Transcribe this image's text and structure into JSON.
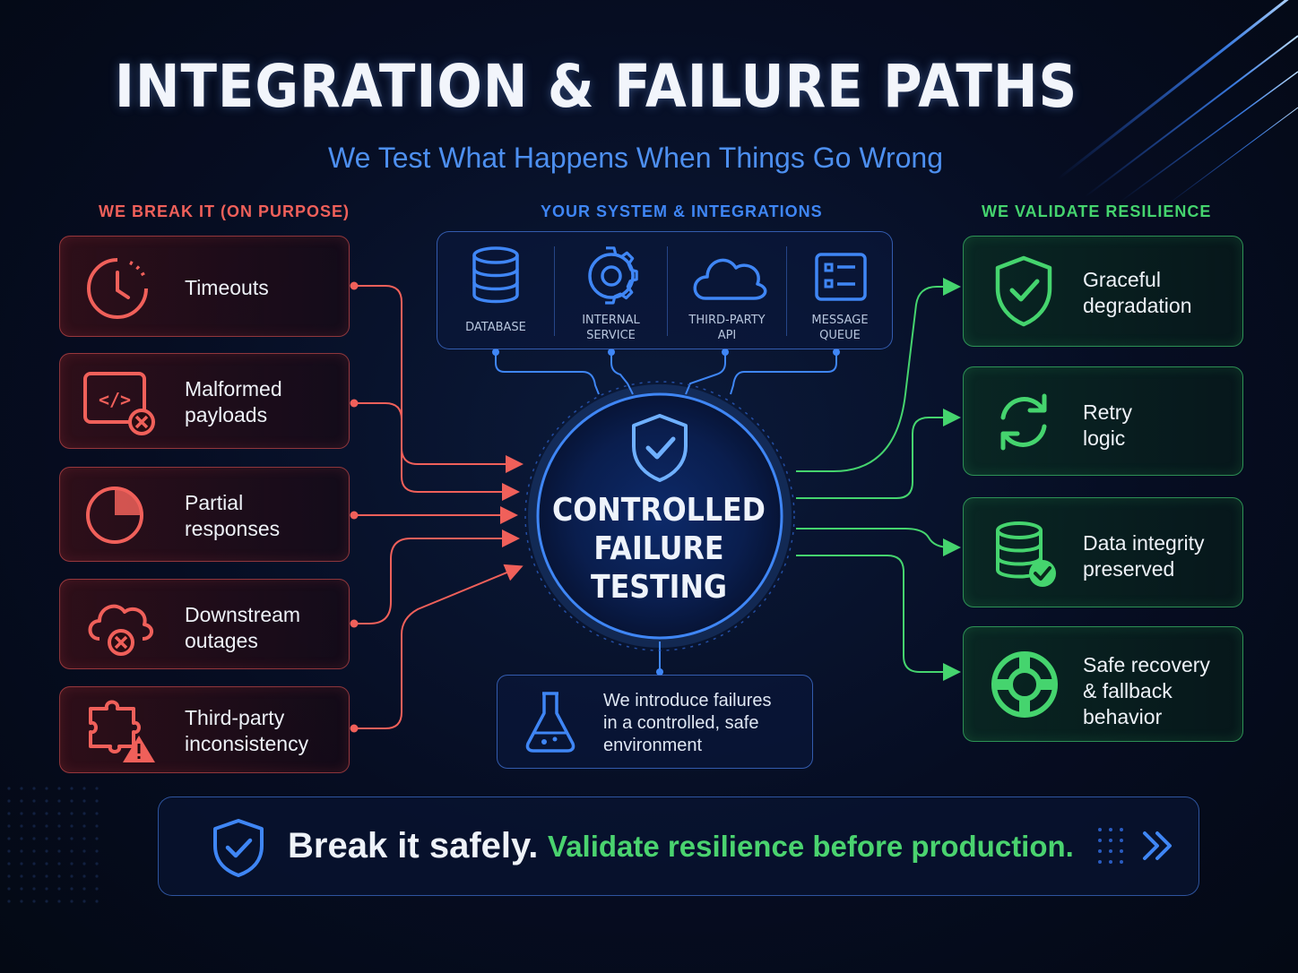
{
  "header": {
    "title": "INTEGRATION & FAILURE PATHS",
    "subtitle": "We Test What Happens When Things Go Wrong"
  },
  "columns": {
    "left_heading": "WE BREAK IT (ON PURPOSE)",
    "center_heading": "YOUR SYSTEM & INTEGRATIONS",
    "right_heading": "WE VALIDATE RESILIENCE"
  },
  "failures": [
    {
      "label": "Timeouts",
      "icon": "stopwatch-icon"
    },
    {
      "label": "Malformed\npayloads",
      "icon": "code-error-icon"
    },
    {
      "label": "Partial\nresponses",
      "icon": "pie-partial-icon"
    },
    {
      "label": "Downstream\noutages",
      "icon": "cloud-error-icon"
    },
    {
      "label": "Third-party\ninconsistency",
      "icon": "puzzle-warning-icon"
    }
  ],
  "system_items": [
    {
      "label": "DATABASE",
      "icon": "database-icon"
    },
    {
      "label": "INTERNAL\nSERVICE",
      "icon": "gear-icon"
    },
    {
      "label": "THIRD-PARTY\nAPI",
      "icon": "cloud-icon"
    },
    {
      "label": "MESSAGE\nQUEUE",
      "icon": "queue-icon"
    }
  ],
  "center": {
    "label": "CONTROLLED\nFAILURE\nTESTING",
    "icon": "shield-check-icon"
  },
  "environment": {
    "label": "We introduce failures\nin a controlled, safe\nenvironment",
    "icon": "flask-icon"
  },
  "outcomes": [
    {
      "label": "Graceful\ndegradation",
      "icon": "shield-check-icon"
    },
    {
      "label": "Retry\nlogic",
      "icon": "refresh-icon"
    },
    {
      "label": "Data integrity\npreserved",
      "icon": "database-check-icon"
    },
    {
      "label": "Safe recovery\n& fallback\nbehavior",
      "icon": "lifebuoy-icon"
    }
  ],
  "footer": {
    "part1": "Break it safely.",
    "part2": "Validate resilience before production.",
    "icon": "shield-check-icon",
    "arrow_icon": "double-chevron-right-icon"
  },
  "colors": {
    "red": "#f0605a",
    "blue": "#3f86f5",
    "green": "#45d46e",
    "background": "#060d22"
  }
}
